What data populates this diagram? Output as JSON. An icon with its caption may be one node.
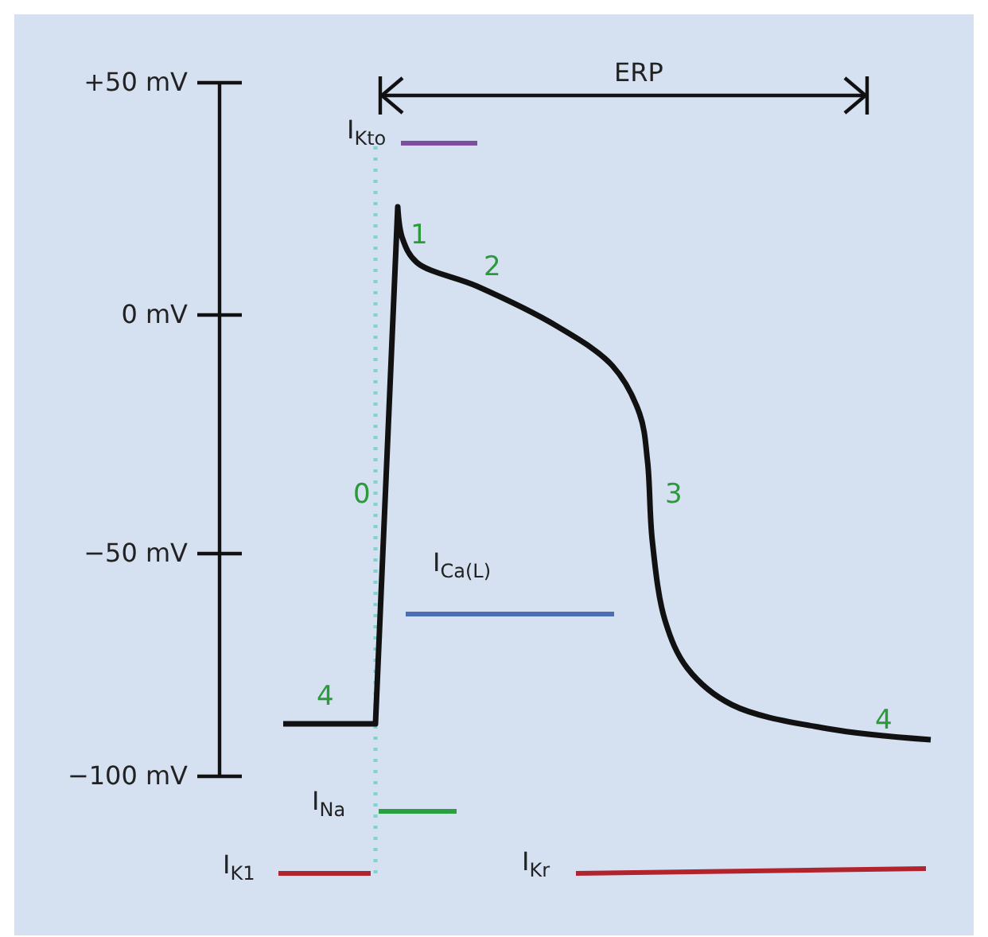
{
  "diagram": {
    "labels": [
      "+50 mV",
      "ERP",
      "I$_{Kto}$",
      "1",
      "2",
      "0 mV",
      "0",
      "3",
      "−50 mV",
      "I$_{Ca(L)}$",
      "4",
      "4",
      "−100 mV",
      "I$_{Na}$",
      "I$_{K1}$",
      "I$_{Kr}$"
    ]
  }
}
